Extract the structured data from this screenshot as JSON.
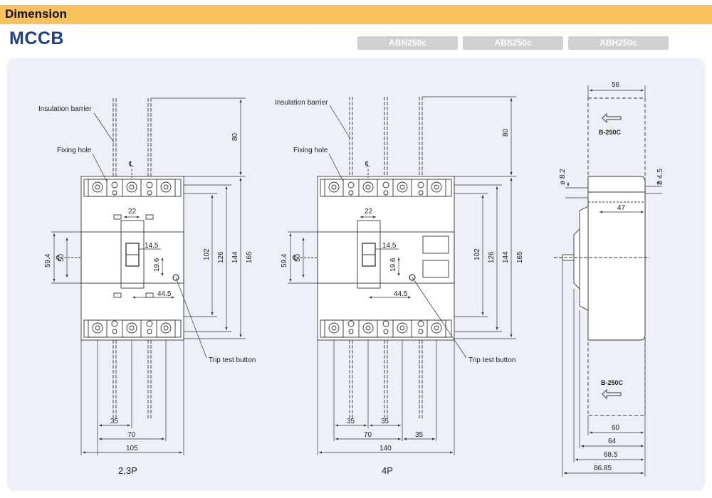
{
  "header": {
    "section": "Dimension"
  },
  "title": "MCCB",
  "tabs": [
    {
      "label": "ABN250c"
    },
    {
      "label": "ABS250c"
    },
    {
      "label": "ABH250c"
    }
  ],
  "drawing_3p": {
    "caption": "2,3P",
    "labels": {
      "insulation_barrier": "Insulation barrier",
      "fixing_hole": "Fixing hole",
      "trip_test_button": "Trip test button"
    },
    "dims": {
      "d80": "80",
      "d22": "22",
      "d14_5": "14.5",
      "d19_6": "19.6",
      "d44_5": "44.5",
      "d59_4": "59.4",
      "d50": "50",
      "d102": "102",
      "d126": "126",
      "d144": "144",
      "d165": "165",
      "d35": "35",
      "d70": "70",
      "d105": "105"
    }
  },
  "drawing_4p": {
    "caption": "4P",
    "labels": {
      "insulation_barrier": "Insulation barrier",
      "fixing_hole": "Fixing hole",
      "trip_test_button": "Trip test button"
    },
    "dims": {
      "d80": "80",
      "d22": "22",
      "d14_5": "14.5",
      "d19_6": "19.6",
      "d44_5": "44.5",
      "d59_4": "59.4",
      "d50": "50",
      "d102": "102",
      "d126": "126",
      "d144": "144",
      "d165": "165",
      "d35a": "35",
      "d35b": "35",
      "d35c": "35",
      "d70": "70",
      "d140": "140"
    }
  },
  "drawing_side": {
    "labels": {
      "b250c_top": "B-250C",
      "b250c_bottom": "B-250C"
    },
    "dims": {
      "d56": "56",
      "d8_2": "ø 8.2",
      "d4_5": "ø 4.5",
      "d47": "47",
      "d60": "60",
      "d64": "64",
      "d68_5": "68.5",
      "d86_85": "86.85"
    }
  },
  "colors": {
    "header": "#f8c15c",
    "title": "#1d3f8f",
    "panel": "#eef0f8",
    "tab": "#d0d0d0"
  }
}
